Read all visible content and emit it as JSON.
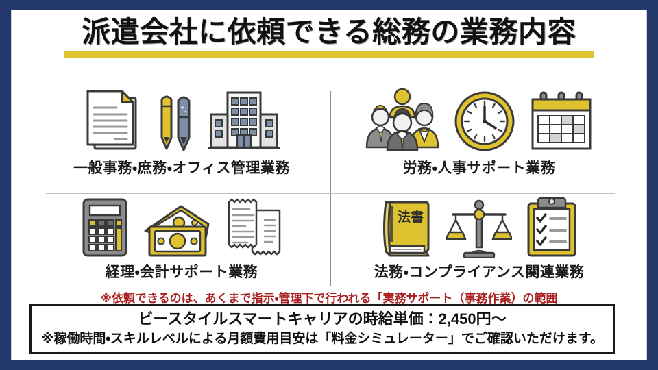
{
  "slide": {
    "border_color": "#22386b",
    "background_color": "#ffffff",
    "accent_gold": "#dfc22f",
    "accent_red": "#aa1e1e",
    "divider_gray": "#8c8c8c"
  },
  "header": {
    "title": "派遣会社に依頼できる総務の業務内容",
    "underline_color": "#dfc22f"
  },
  "quadrants": [
    {
      "id": "general-affairs",
      "label": "一般事務・庶務・オフィス管理業務",
      "icons": [
        "document-icon",
        "pen-and-pencil-icon",
        "office-building-icon"
      ]
    },
    {
      "id": "labor-hr",
      "label": "労務・人事サポート業務",
      "icons": [
        "people-group-icon",
        "clock-icon",
        "calendar-icon"
      ]
    },
    {
      "id": "accounting",
      "label": "経理・会計サポート業務",
      "icons": [
        "calculator-icon",
        "banknotes-icon",
        "receipts-icon"
      ]
    },
    {
      "id": "legal-compliance",
      "label": "法務・コンプライアンス関連業務",
      "icons": [
        "law-book-icon",
        "scales-of-justice-icon",
        "clipboard-checklist-icon"
      ]
    }
  ],
  "law_book": {
    "cover_text": "法書"
  },
  "note": {
    "red_text": "※依頼できるのは、あくまで指示・管理下で行われる「実務サポート（事務作業）の範囲"
  },
  "bottom_box": {
    "line1": "ビースタイルスマートキャリアの時給単価：2,450円〜",
    "line2": "※稼働時間・スキルレベルによる月額費用目安は「料金シミュレーター」でご確認いただけます。",
    "price": "2,450円〜",
    "border_color": "#1a1a1a"
  }
}
